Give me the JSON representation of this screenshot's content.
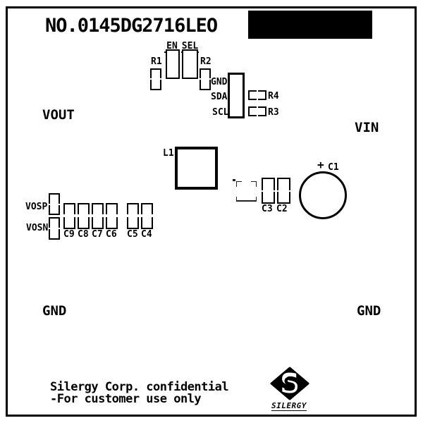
{
  "colors": {
    "silk": "#000000",
    "background": "#ffffff"
  },
  "header": {
    "board_no": "NO.0145DG2716LEO"
  },
  "nets": {
    "vout": "VOUT",
    "vin": "VIN",
    "gnd_left": "GND",
    "gnd_right": "GND"
  },
  "control": {
    "en": "EN",
    "sel": "SEL",
    "r1": "R1",
    "r2": "R2"
  },
  "connector": {
    "pin_gnd": "GND",
    "pin_sda": "SDA",
    "pin_scl": "SCL",
    "r4": "R4",
    "r3": "R3"
  },
  "power": {
    "l1": "L1",
    "c1": "C1",
    "c1_polarity": "+",
    "c3": "C3",
    "c2": "C2"
  },
  "sense": {
    "vosp": "VOSP",
    "vosn": "VOSN",
    "caps": [
      "C9",
      "C8",
      "C7",
      "C6",
      "C5",
      "C4"
    ]
  },
  "footer": {
    "line1": "Silergy Corp. confidential",
    "line2": "-For customer use only",
    "logo_letter": "S",
    "logo_text": "SILERGY"
  }
}
